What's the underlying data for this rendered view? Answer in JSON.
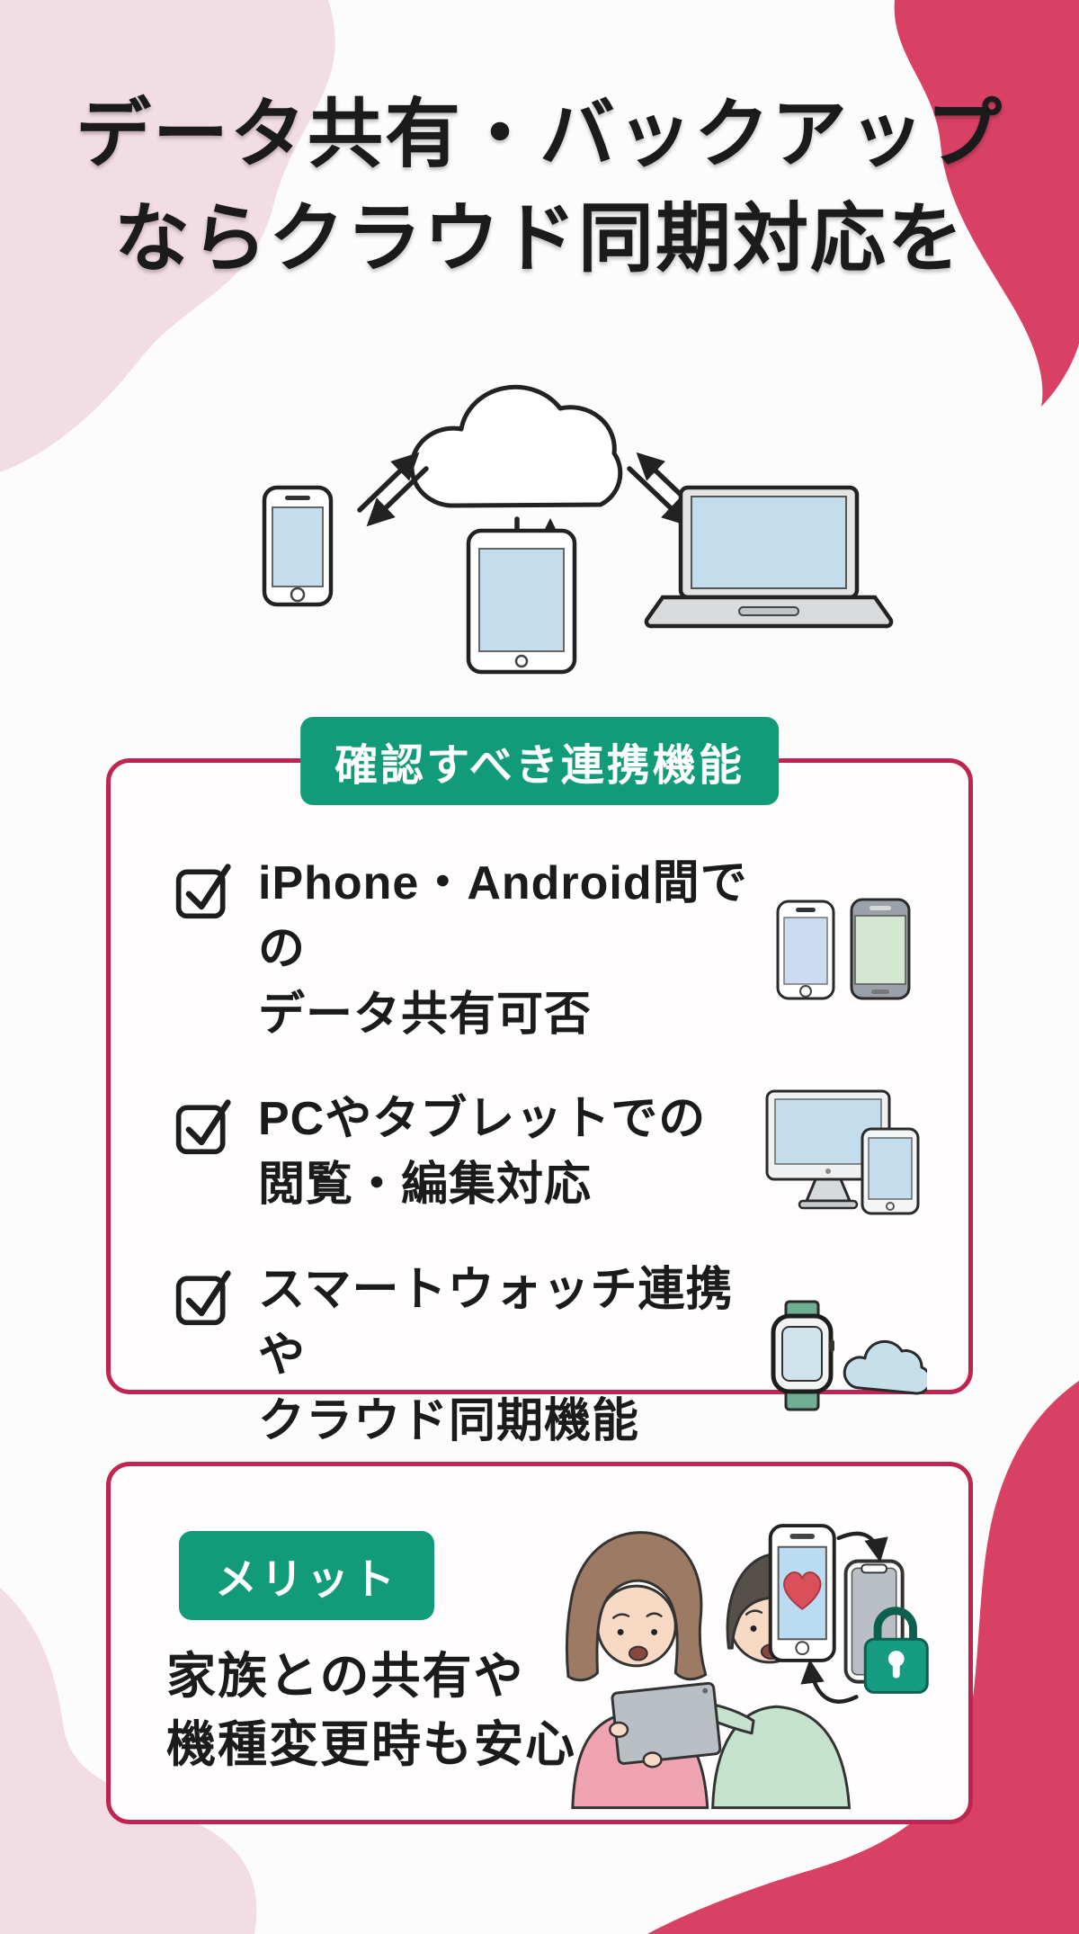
{
  "title": {
    "line1": "データ共有・バックアップ",
    "line2": "ならクラウド同期対応を"
  },
  "hero_illustration": {
    "description": "cloud syncing with smartphone, tablet and laptop via double arrows",
    "icons": [
      "cloud-icon",
      "smartphone-icon",
      "tablet-icon",
      "laptop-icon",
      "sync-arrows"
    ]
  },
  "checklist_card": {
    "badge": "確認すべき連携機能",
    "items": [
      {
        "line1": "iPhone・Android間での",
        "line2": "データ共有可否",
        "icon": "iphone-android-icon"
      },
      {
        "line1": "PCやタブレットでの",
        "line2": "閲覧・編集対応",
        "icon": "desktop-tablet-icon"
      },
      {
        "line1": "スマートウォッチ連携や",
        "line2": "クラウド同期機能",
        "icon": "smartwatch-cloud-icon"
      }
    ]
  },
  "merit_card": {
    "badge": "メリット",
    "line1": "家族との共有や",
    "line2": "機種変更時も安心",
    "illustration": "family-sharing-illustration"
  },
  "colors": {
    "background": "#fdfcfc",
    "pink_blob": "#f3dde4",
    "crimson_blob": "#d84064",
    "card_border": "#c02551",
    "badge_green": "#129b78",
    "text_dark": "#1b1b1b",
    "screen_blue": "#c3ddec",
    "screen_green": "#d2e6d0",
    "device_gray": "#9aa1a8",
    "watch_green": "#6fae92",
    "cloud_blue": "#c6dfea",
    "heart_red": "#d9505a",
    "lock_teal": "#169c80",
    "sweater_pink": "#f0a3b0",
    "sweater_green": "#c5e2cd",
    "skin": "#f7d9c4",
    "hair_brown": "#9d7a63",
    "hair_dark": "#55504a"
  }
}
